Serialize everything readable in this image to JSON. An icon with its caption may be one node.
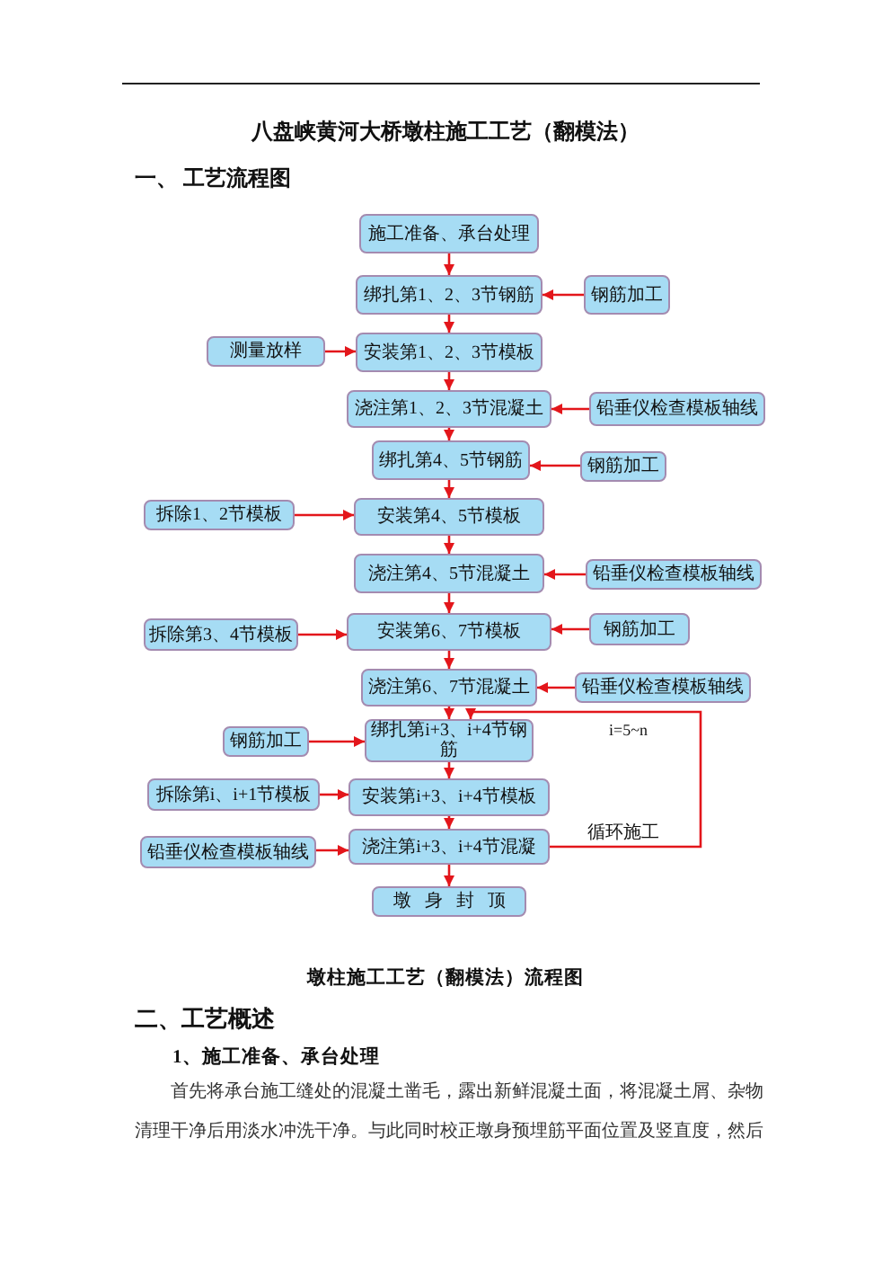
{
  "diagram": {
    "title": "八盘峡黄河大桥墩柱施工工艺（翻模法）",
    "caption": "墩柱施工工艺（翻模法）流程图",
    "nodes": [
      {
        "text": [
          "施工准备、承台处理"
        ]
      },
      {
        "text": [
          "绑扎第1、2、3节钢筋"
        ]
      },
      {
        "text": [
          "钢筋加工"
        ]
      },
      {
        "text": [
          "测量放样"
        ]
      },
      {
        "text": [
          "安装第1、2、3节模板"
        ]
      },
      {
        "text": [
          "浇注第1、2、3节混凝土"
        ]
      },
      {
        "text": [
          "铅垂仪检查模板轴线"
        ]
      },
      {
        "text": [
          "绑扎第4、5节钢筋"
        ]
      },
      {
        "text": [
          "钢筋加工"
        ]
      },
      {
        "text": [
          "拆除1、2节模板"
        ]
      },
      {
        "text": [
          "安装第4、5节模板"
        ]
      },
      {
        "text": [
          "浇注第4、5节混凝土"
        ]
      },
      {
        "text": [
          "铅垂仪检查模板轴线"
        ]
      },
      {
        "text": [
          "拆除第3、4节模板"
        ]
      },
      {
        "text": [
          "安装第6、7节模板"
        ]
      },
      {
        "text": [
          "钢筋加工"
        ]
      },
      {
        "text": [
          "浇注第6、7节混凝土"
        ]
      },
      {
        "text": [
          "铅垂仪检查模板轴线"
        ]
      },
      {
        "text": [
          "钢筋加工"
        ]
      },
      {
        "text": [
          "绑扎第i+3、i+4节钢筋"
        ]
      },
      {
        "text": [
          "拆除第i、i+1节模板"
        ]
      },
      {
        "text": [
          "安装第i+3、i+4节模板"
        ]
      },
      {
        "text": [
          "铅垂仪检查模板轴线"
        ]
      },
      {
        "text": [
          "浇注第i+3、i+4节混凝"
        ]
      },
      {
        "text": [
          "墩 身 封 顶"
        ]
      }
    ],
    "edges": [
      {
        "from": 0,
        "to": 1,
        "arrow": "to"
      },
      {
        "from": 2,
        "to": 1,
        "arrow": "to"
      },
      {
        "from": 1,
        "to": 4,
        "arrow": "to"
      },
      {
        "from": 3,
        "to": 4,
        "arrow": "to"
      },
      {
        "from": 4,
        "to": 5,
        "arrow": "to"
      },
      {
        "from": 6,
        "to": 5,
        "arrow": "to"
      },
      {
        "from": 5,
        "to": 7,
        "arrow": "to"
      },
      {
        "from": 8,
        "to": 7,
        "arrow": "to"
      },
      {
        "from": 7,
        "to": 10,
        "arrow": "to"
      },
      {
        "from": 9,
        "to": 10,
        "arrow": "to"
      },
      {
        "from": 10,
        "to": 11,
        "arrow": "to"
      },
      {
        "from": 12,
        "to": 11,
        "arrow": "to"
      },
      {
        "from": 11,
        "to": 14,
        "arrow": "to"
      },
      {
        "from": 13,
        "to": 14,
        "arrow": "to"
      },
      {
        "from": 15,
        "to": 14,
        "arrow": "to"
      },
      {
        "from": 14,
        "to": 16,
        "arrow": "to"
      },
      {
        "from": 17,
        "to": 16,
        "arrow": "to"
      },
      {
        "from": 16,
        "to": 19,
        "arrow": "to"
      },
      {
        "from": 18,
        "to": 19,
        "arrow": "to"
      },
      {
        "from": 19,
        "to": 21,
        "arrow": "to"
      },
      {
        "from": 20,
        "to": 21,
        "arrow": "to"
      },
      {
        "from": 21,
        "to": 23,
        "arrow": "to"
      },
      {
        "from": 22,
        "to": 23,
        "arrow": "to"
      },
      {
        "from": 23,
        "to": 24,
        "arrow": "to"
      },
      {
        "from": 23,
        "to": 19,
        "arrow": "to",
        "label": "循环施工"
      }
    ],
    "labels": [
      "一、 工艺流程图",
      "i=5~n",
      "二、工艺概述",
      "1、施工准备、承台处理",
      "首先将承台施工缝处的混凝土凿毛，露出新鲜混凝土面，将混凝土屑、杂物清理干净后用淡水冲洗干净。与此同时校正墩身预埋筋平面位置及竖直度，然后"
    ]
  }
}
